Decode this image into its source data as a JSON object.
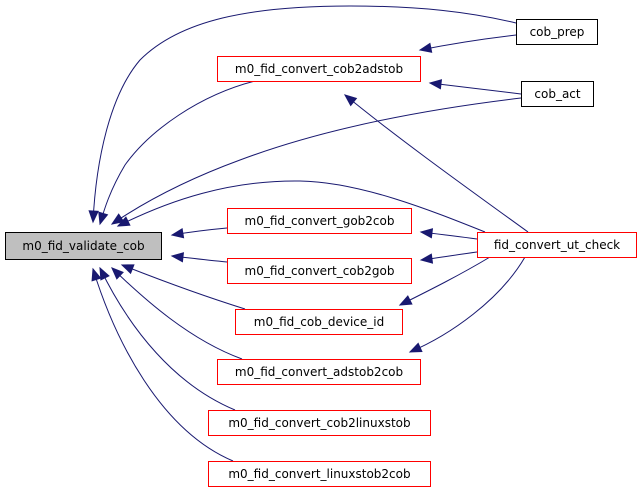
{
  "graph": {
    "type": "call-graph",
    "direction": "right-to-left",
    "colors": {
      "edge": "#191970",
      "root_fill": "#bfbfbf",
      "root_border": "#000000",
      "red_border": "#ff0000",
      "black_border": "#000000"
    },
    "nodes": [
      {
        "id": "validate",
        "label": "m0_fid_validate_cob",
        "style": "root"
      },
      {
        "id": "cob2adstob",
        "label": "m0_fid_convert_cob2adstob",
        "style": "red"
      },
      {
        "id": "gob2cob",
        "label": "m0_fid_convert_gob2cob",
        "style": "red"
      },
      {
        "id": "cob2gob",
        "label": "m0_fid_convert_cob2gob",
        "style": "red"
      },
      {
        "id": "device_id",
        "label": "m0_fid_cob_device_id",
        "style": "red"
      },
      {
        "id": "adstob2cob",
        "label": "m0_fid_convert_adstob2cob",
        "style": "red"
      },
      {
        "id": "cob2linuxstob",
        "label": "m0_fid_convert_cob2linuxstob",
        "style": "red"
      },
      {
        "id": "linuxstob2cob",
        "label": "m0_fid_convert_linuxstob2cob",
        "style": "red"
      },
      {
        "id": "cob_prep",
        "label": "cob_prep",
        "style": "black"
      },
      {
        "id": "cob_act",
        "label": "cob_act",
        "style": "black"
      },
      {
        "id": "ut_check",
        "label": "fid_convert_ut_check",
        "style": "red"
      }
    ],
    "edges": [
      {
        "from": "cob_prep",
        "to": "validate"
      },
      {
        "from": "cob_prep",
        "to": "cob2adstob"
      },
      {
        "from": "cob_act",
        "to": "cob2adstob"
      },
      {
        "from": "cob_act",
        "to": "validate"
      },
      {
        "from": "cob2adstob",
        "to": "validate"
      },
      {
        "from": "ut_check",
        "to": "validate"
      },
      {
        "from": "ut_check",
        "to": "cob2adstob"
      },
      {
        "from": "ut_check",
        "to": "gob2cob"
      },
      {
        "from": "ut_check",
        "to": "cob2gob"
      },
      {
        "from": "ut_check",
        "to": "device_id"
      },
      {
        "from": "ut_check",
        "to": "adstob2cob"
      },
      {
        "from": "gob2cob",
        "to": "validate"
      },
      {
        "from": "cob2gob",
        "to": "validate"
      },
      {
        "from": "device_id",
        "to": "validate"
      },
      {
        "from": "adstob2cob",
        "to": "validate"
      },
      {
        "from": "cob2linuxstob",
        "to": "validate"
      },
      {
        "from": "linuxstob2cob",
        "to": "validate"
      }
    ]
  }
}
